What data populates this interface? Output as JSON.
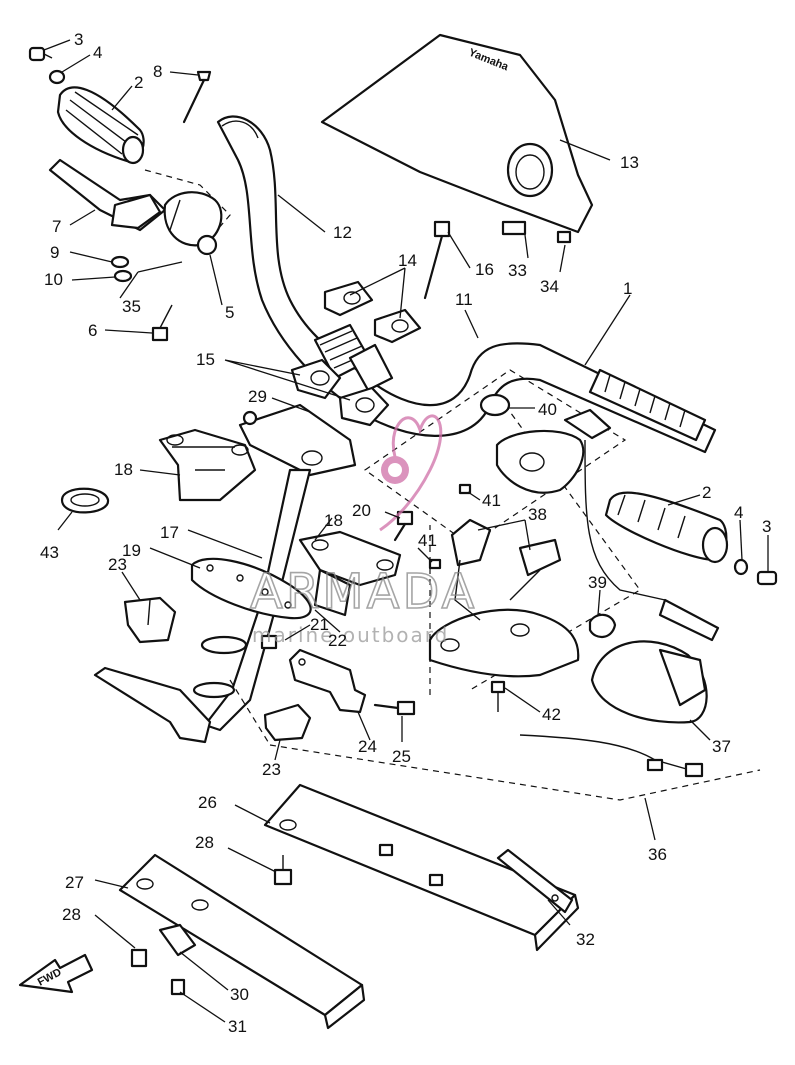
{
  "diagram": {
    "callouts": [
      {
        "id": "c3a",
        "text": "3"
      },
      {
        "id": "c4a",
        "text": "4"
      },
      {
        "id": "c2a",
        "text": "2"
      },
      {
        "id": "c8",
        "text": "8"
      },
      {
        "id": "c7",
        "text": "7"
      },
      {
        "id": "c9",
        "text": "9"
      },
      {
        "id": "c10",
        "text": "10"
      },
      {
        "id": "c35",
        "text": "35"
      },
      {
        "id": "c5",
        "text": "5"
      },
      {
        "id": "c6",
        "text": "6"
      },
      {
        "id": "c12",
        "text": "12"
      },
      {
        "id": "c13",
        "text": "13"
      },
      {
        "id": "c14",
        "text": "14"
      },
      {
        "id": "c16",
        "text": "16"
      },
      {
        "id": "c33",
        "text": "33"
      },
      {
        "id": "c34",
        "text": "34"
      },
      {
        "id": "c1",
        "text": "1"
      },
      {
        "id": "c11",
        "text": "11"
      },
      {
        "id": "c15",
        "text": "15"
      },
      {
        "id": "c29",
        "text": "29"
      },
      {
        "id": "c40",
        "text": "40"
      },
      {
        "id": "c18a",
        "text": "18"
      },
      {
        "id": "c2b",
        "text": "2"
      },
      {
        "id": "c20",
        "text": "20"
      },
      {
        "id": "c41a",
        "text": "41"
      },
      {
        "id": "c4b",
        "text": "4"
      },
      {
        "id": "c3b",
        "text": "3"
      },
      {
        "id": "c43",
        "text": "43"
      },
      {
        "id": "c18b",
        "text": "18"
      },
      {
        "id": "c38",
        "text": "38"
      },
      {
        "id": "c17",
        "text": "17"
      },
      {
        "id": "c41b",
        "text": "41"
      },
      {
        "id": "c19",
        "text": "19"
      },
      {
        "id": "c23a",
        "text": "23"
      },
      {
        "id": "c39",
        "text": "39"
      },
      {
        "id": "c21",
        "text": "21"
      },
      {
        "id": "c22",
        "text": "22"
      },
      {
        "id": "c42",
        "text": "42"
      },
      {
        "id": "c37",
        "text": "37"
      },
      {
        "id": "c24",
        "text": "24"
      },
      {
        "id": "c25",
        "text": "25"
      },
      {
        "id": "c23b",
        "text": "23"
      },
      {
        "id": "c26",
        "text": "26"
      },
      {
        "id": "c36",
        "text": "36"
      },
      {
        "id": "c28a",
        "text": "28"
      },
      {
        "id": "c27",
        "text": "27"
      },
      {
        "id": "c32",
        "text": "32"
      },
      {
        "id": "c28b",
        "text": "28"
      },
      {
        "id": "c30",
        "text": "30"
      },
      {
        "id": "c31",
        "text": "31"
      }
    ],
    "fwd_label": "FWD",
    "cover_brand": "Yamaha",
    "watermark": {
      "main": "ARMADA",
      "sub": "marine outboard"
    }
  }
}
